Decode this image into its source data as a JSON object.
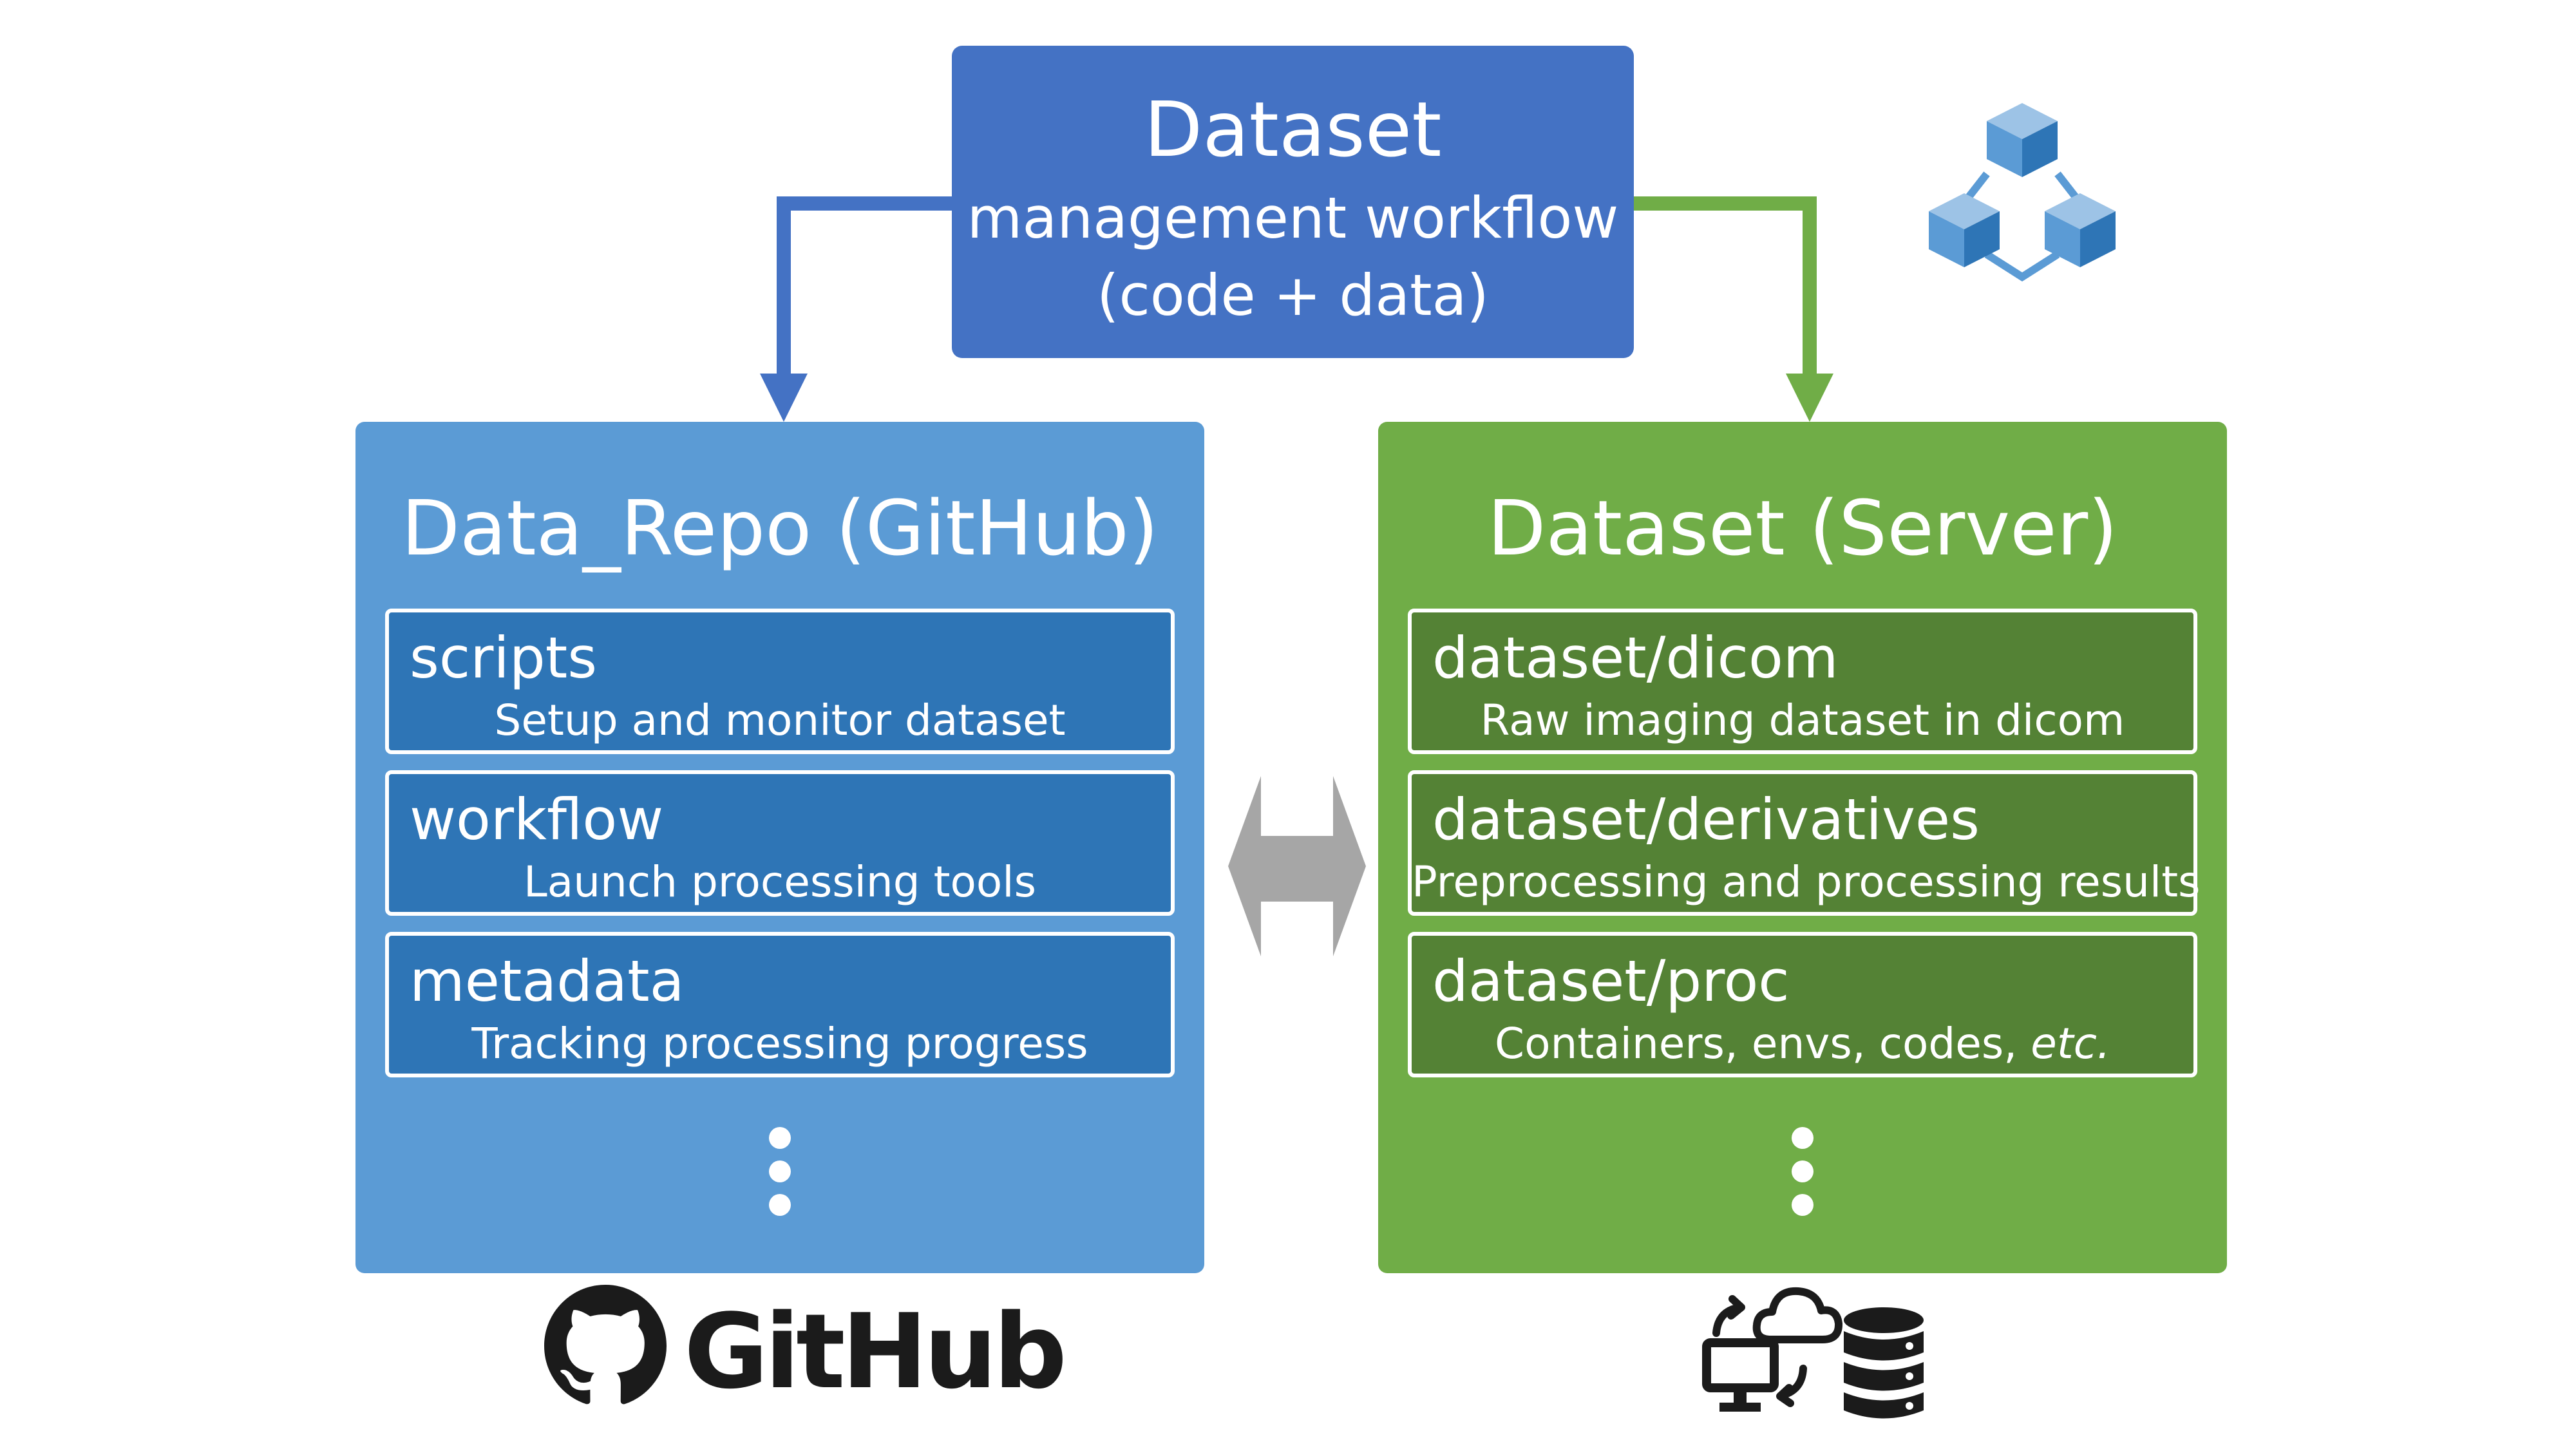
{
  "top": {
    "line1": "Dataset",
    "line2": "management workflow",
    "line3": "(code + data)"
  },
  "left_panel": {
    "title": "Data_Repo (GitHub)",
    "items": [
      {
        "name": "scripts",
        "desc": "Setup and monitor dataset"
      },
      {
        "name": "workflow",
        "desc": "Launch processing tools"
      },
      {
        "name": "metadata",
        "desc": "Tracking processing progress"
      }
    ]
  },
  "right_panel": {
    "title": "Dataset (Server)",
    "items": [
      {
        "name": "dataset/dicom",
        "desc": "Raw imaging dataset in dicom"
      },
      {
        "name": "dataset/derivatives",
        "desc": "Preprocessing and processing results"
      },
      {
        "name": "dataset/proc",
        "desc": "Containers, envs, codes,",
        "desc_italic": "etc."
      }
    ]
  },
  "logos": {
    "github_word": "GitHub",
    "github_icon": "github-octocat-icon",
    "server_icon": "server-cloud-database-icon",
    "network_icon": "connected-cubes-icon"
  },
  "colors": {
    "top_box": "#4472c4",
    "left_panel": "#5b9bd5",
    "left_item": "#2e75b6",
    "right_panel": "#70ad47",
    "right_item": "#548235",
    "arrow_blue": "#4472c4",
    "arrow_green": "#70ad47",
    "double_arrow": "#a6a6a6"
  }
}
